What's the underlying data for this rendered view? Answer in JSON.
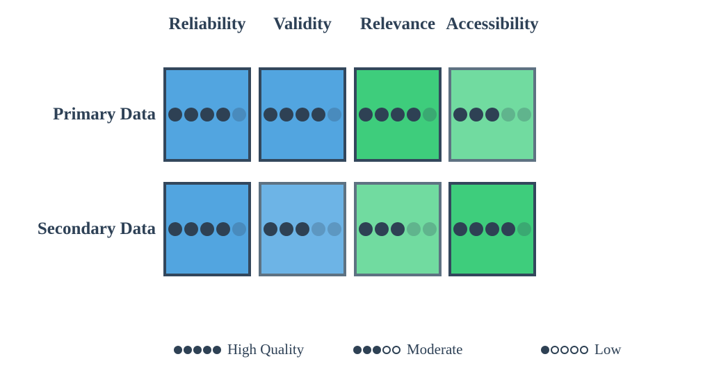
{
  "colors": {
    "ink": "#2e4156",
    "dot_filled": "#2e4154",
    "border_dark": "#33475c",
    "border_light": "#5e7282",
    "blue_high": "#52a5e0",
    "blue_light": "#6db4e6",
    "green_high": "#3ecd7c",
    "green_light": "#71dba0",
    "background": "#ffffff"
  },
  "matrix": {
    "columns": [
      "Reliability",
      "Validity",
      "Relevance",
      "Accessibility"
    ],
    "rows": [
      {
        "label": "Primary Data",
        "cells": [
          {
            "column": "Reliability",
            "score": 4,
            "max": 5,
            "fill": "#52a5e0",
            "border": "#33475c",
            "level": "high"
          },
          {
            "column": "Validity",
            "score": 4,
            "max": 5,
            "fill": "#52a5e0",
            "border": "#33475c",
            "level": "high"
          },
          {
            "column": "Relevance",
            "score": 4,
            "max": 5,
            "fill": "#3ecd7c",
            "border": "#33475c",
            "level": "high"
          },
          {
            "column": "Accessibility",
            "score": 3,
            "max": 5,
            "fill": "#71dba0",
            "border": "#5e7282",
            "level": "moderate"
          }
        ]
      },
      {
        "label": "Secondary Data",
        "cells": [
          {
            "column": "Reliability",
            "score": 4,
            "max": 5,
            "fill": "#52a5e0",
            "border": "#33475c",
            "level": "high"
          },
          {
            "column": "Validity",
            "score": 3,
            "max": 5,
            "fill": "#6db4e6",
            "border": "#5e7282",
            "level": "moderate"
          },
          {
            "column": "Relevance",
            "score": 3,
            "max": 5,
            "fill": "#71dba0",
            "border": "#5e7282",
            "level": "moderate"
          },
          {
            "column": "Accessibility",
            "score": 4,
            "max": 5,
            "fill": "#3ecd7c",
            "border": "#33475c",
            "level": "high"
          }
        ]
      }
    ]
  },
  "legend": {
    "items": [
      {
        "filled_dots": 5,
        "total_dots": 5,
        "label": "High Quality"
      },
      {
        "filled_dots": 3,
        "total_dots": 5,
        "label": "Moderate"
      },
      {
        "filled_dots": 1,
        "total_dots": 5,
        "label": "Low"
      }
    ]
  },
  "chart_data": {
    "type": "heatmap",
    "title": "",
    "rows": [
      "Primary Data",
      "Secondary Data"
    ],
    "columns": [
      "Reliability",
      "Validity",
      "Relevance",
      "Accessibility"
    ],
    "values": [
      [
        4,
        4,
        4,
        3
      ],
      [
        4,
        3,
        3,
        4
      ]
    ],
    "scale_max": 5,
    "cell_color_scheme": {
      "Reliability": "blue",
      "Validity": "blue",
      "Relevance": "green",
      "Accessibility": "green"
    },
    "legend_entries": [
      "High Quality",
      "Moderate",
      "Low"
    ],
    "legend_position": "bottom"
  }
}
